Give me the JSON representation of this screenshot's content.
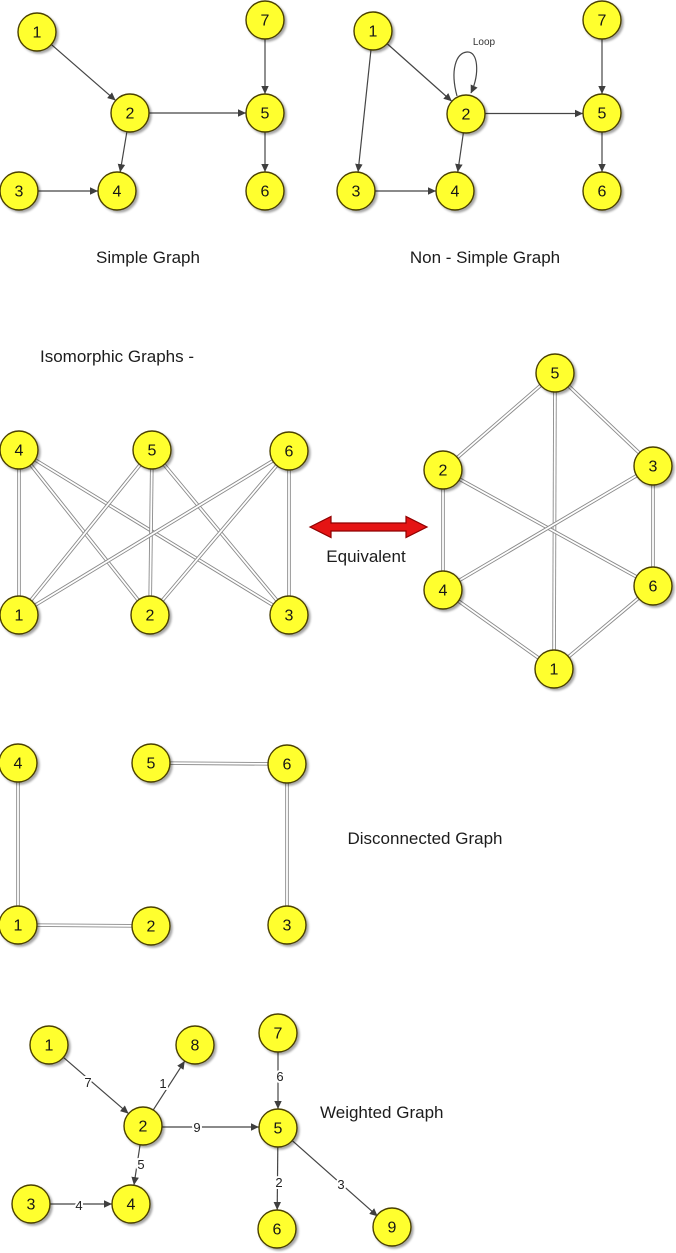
{
  "figure": {
    "background": "#ffffff",
    "node_fill": "#FFFF2E",
    "node_border": "#4a4000",
    "double_edge_color": "#8a8a8a",
    "arrow_color": "#454545",
    "equivalence_arrow_color": "#E51414"
  },
  "simple_graph": {
    "caption": "Simple Graph",
    "nodes": {
      "n1": "1",
      "n2": "2",
      "n3": "3",
      "n4": "4",
      "n5": "5",
      "n6": "6",
      "n7": "7"
    },
    "edges": [
      "1→2",
      "2→5",
      "2→4",
      "3→4",
      "7→5",
      "5→6"
    ]
  },
  "non_simple_graph": {
    "caption": "Non - Simple Graph",
    "loop_label": "Loop",
    "nodes": {
      "n1": "1",
      "n2": "2",
      "n3": "3",
      "n4": "4",
      "n5": "5",
      "n6": "6",
      "n7": "7"
    },
    "edges": [
      "1→2",
      "1→3",
      "2→5",
      "2→4",
      "3→4",
      "7→5",
      "5→6",
      "2→2 (loop)"
    ]
  },
  "isomorphic_section": {
    "heading": "Isomorphic Graphs -",
    "equivalence_label": "Equivalent",
    "left_graph": {
      "nodes": {
        "n4": "4",
        "n5": "5",
        "n6": "6",
        "n1": "1",
        "n2": "2",
        "n3": "3"
      },
      "edges": [
        "4–1",
        "4–2",
        "4–3",
        "5–1",
        "5–2",
        "5–3",
        "6–1",
        "6–2",
        "6–3"
      ]
    },
    "right_graph": {
      "nodes": {
        "n5": "5",
        "n2": "2",
        "n3": "3",
        "n4": "4",
        "n6": "6",
        "n1": "1"
      },
      "edges": [
        "5–2",
        "5–3",
        "2–4",
        "3–6",
        "4–1",
        "6–1",
        "5–1",
        "2–6",
        "4–3"
      ]
    }
  },
  "disconnected_graph": {
    "caption": "Disconnected Graph",
    "nodes": {
      "n4": "4",
      "n5": "5",
      "n6": "6",
      "n1": "1",
      "n2": "2",
      "n3": "3"
    },
    "edges": [
      "4–1",
      "1–2",
      "5–6",
      "6–3"
    ]
  },
  "weighted_graph": {
    "caption": "Weighted Graph",
    "nodes": {
      "n1": "1",
      "n2": "2",
      "n3": "3",
      "n4": "4",
      "n5": "5",
      "n6": "6",
      "n7": "7",
      "n8": "8",
      "n9": "9"
    },
    "edges": [
      {
        "from": "1",
        "to": "2",
        "weight": "7"
      },
      {
        "from": "2",
        "to": "8",
        "weight": "1"
      },
      {
        "from": "7",
        "to": "5",
        "weight": "6"
      },
      {
        "from": "2",
        "to": "5",
        "weight": "9"
      },
      {
        "from": "2",
        "to": "4",
        "weight": "5"
      },
      {
        "from": "3",
        "to": "4",
        "weight": "4"
      },
      {
        "from": "5",
        "to": "6",
        "weight": "2"
      },
      {
        "from": "5",
        "to": "9",
        "weight": "3"
      }
    ]
  }
}
